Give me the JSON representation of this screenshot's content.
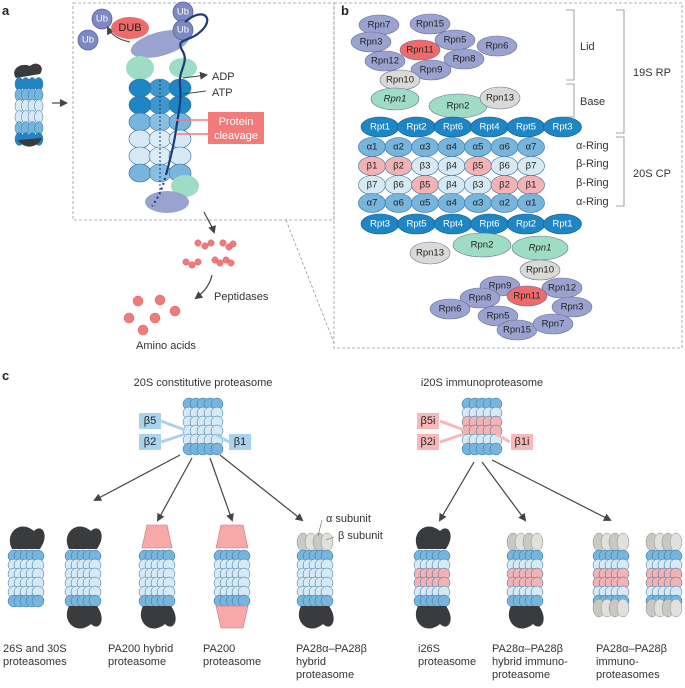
{
  "panels": {
    "a": "a",
    "b": "b",
    "c": "c"
  },
  "panel_a": {
    "ub": [
      "Ub",
      "Ub",
      "Ub",
      "Ub"
    ],
    "dub": "DUB",
    "adp": "ADP",
    "atp": "ATP",
    "cleavage": [
      "Protein",
      "cleavage"
    ],
    "peptidases": "Peptidases",
    "amino_acids": "Amino acids"
  },
  "panel_b": {
    "lid_top": [
      "Rpn7",
      "Rpn15",
      "Rpn3",
      "Rpn11",
      "Rpn5",
      "Rpn6",
      "Rpn12",
      "Rpn9",
      "Rpn8",
      "Rpn10"
    ],
    "base_top": [
      "Rpn1",
      "Rpn2",
      "Rpn13"
    ],
    "rpt_top": [
      "Rpt1",
      "Rpt2",
      "Rpt6",
      "Rpt4",
      "Rpt5",
      "Rpt3"
    ],
    "alpha_top": [
      "α1",
      "α2",
      "α3",
      "α4",
      "α5",
      "α6",
      "α7"
    ],
    "beta_top": [
      "β1",
      "β2",
      "β3",
      "β4",
      "β5",
      "β6",
      "β7"
    ],
    "beta_bottom": [
      "β7",
      "β6",
      "β5",
      "β4",
      "β3",
      "β2",
      "β1"
    ],
    "alpha_bottom": [
      "α7",
      "α6",
      "α5",
      "α4",
      "α3",
      "α2",
      "α1"
    ],
    "rpt_bottom": [
      "Rpt3",
      "Rpt5",
      "Rpt4",
      "Rpt6",
      "Rpt2",
      "Rpt1"
    ],
    "base_bottom": [
      "Rpn13",
      "Rpn2",
      "Rpn1"
    ],
    "lid_bottom": [
      "Rpn10",
      "Rpn9",
      "Rpn12",
      "Rpn8",
      "Rpn11",
      "Rpn6",
      "Rpn5",
      "Rpn3",
      "Rpn15",
      "Rpn7"
    ],
    "brackets": {
      "lid": "Lid",
      "base": "Base",
      "rp": "19S RP",
      "cp": "20S CP",
      "rings": [
        "α-Ring",
        "β-Ring",
        "β-Ring",
        "α-Ring"
      ]
    }
  },
  "panel_c": {
    "constitutive_title": "20S constitutive proteasome",
    "immuno_title": "i20S immunoproteasome",
    "constitutive_betas": [
      "β5",
      "β2",
      "β1"
    ],
    "immuno_betas": [
      "β5i",
      "β2i",
      "β1i"
    ],
    "pa28_labels": [
      "α subunit",
      "β subunit"
    ],
    "captions": [
      [
        "26S and 30S",
        "proteasomes"
      ],
      [
        "PA200 hybrid",
        "proteasome"
      ],
      [
        "PA200",
        "proteasome"
      ],
      [
        "PA28α–PA28β",
        "hybrid",
        "proteasome"
      ],
      [
        "i26S",
        "proteasome"
      ],
      [
        "PA28α–PA28β",
        "hybrid immuno-",
        "proteasome"
      ],
      [
        "PA28α–PA28β",
        "immuno-",
        "proteasomes"
      ]
    ]
  },
  "colors": {
    "rpt": "#1f86c6",
    "alpha": "#77b5dd",
    "beta": "#d6e9f5",
    "beta_active": "#f3b3b5",
    "rpn_lid": "#9aa3cf",
    "rpn11": "#ef6b6b",
    "rpn_base": "#9fdcc6",
    "rpn_grey": "#d9d9d6",
    "cap_dark": "#3a3b3d",
    "pa200": "#f6a9a8",
    "pa28": "#c9c9c4",
    "cleavage": "#f27a7a",
    "amino": "#f07b7b"
  }
}
